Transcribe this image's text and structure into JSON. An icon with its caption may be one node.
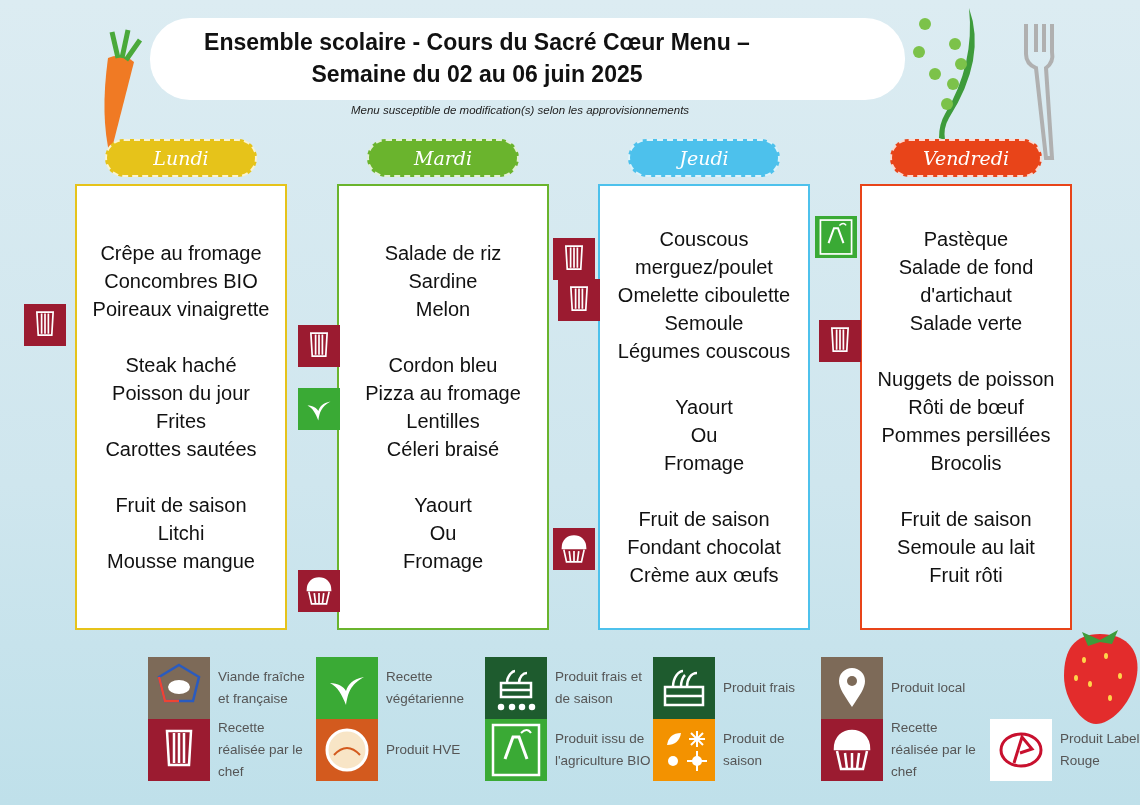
{
  "diagram": {
    "title": "Ensemble scolaire - Cours du Sacré Cœur Menu – Semaine du 02 au 06 juin 2025",
    "nodes": [
      {
        "text": [
          "Lundi"
        ]
      },
      {
        "text": [
          "Crêpe au fromage",
          "Concombres BIO",
          "Poireaux vinaigrette"
        ],
        "in": 0
      },
      {
        "text": [
          "Steak haché",
          "Poisson du jour",
          "Frites",
          "Carottes sautées"
        ],
        "in": 0
      },
      {
        "text": [
          "Fruit de saison",
          "Litchi",
          "Mousse mangue"
        ],
        "in": 0
      },
      {
        "text": [
          "Mardi"
        ]
      },
      {
        "text": [
          "Salade de riz",
          "Sardine",
          "Melon"
        ],
        "in": 4
      },
      {
        "text": [
          "Cordon bleu",
          "Pizza au fromage",
          "Lentilles",
          "Céleri braisé"
        ],
        "in": 4
      },
      {
        "text": [
          "Yaourt",
          "Ou",
          "Fromage"
        ],
        "in": 4
      },
      {
        "text": [
          "Jeudi"
        ]
      },
      {
        "text": [
          "Couscous merguez/poulet",
          "Omelette ciboulette",
          "Semoule",
          "Légumes couscous"
        ],
        "in": 8
      },
      {
        "text": [
          "Yaourt",
          "Ou",
          "Fromage"
        ],
        "in": 8
      },
      {
        "text": [
          "Fruit de saison",
          "Fondant chocolat",
          "Crème aux œufs"
        ],
        "in": 8
      },
      {
        "text": [
          "Vendredi"
        ]
      },
      {
        "text": [
          "Pastèque",
          "Salade de fond d'artichaut",
          "Salade verte"
        ],
        "in": 12
      },
      {
        "text": [
          "Nuggets de poisson",
          "Rôti de bœuf",
          "Pommes persillées",
          "Brocolis"
        ],
        "in": 12
      },
      {
        "text": [
          "Fruit de saison",
          "Semoule au lait",
          "Fruit rôti"
        ],
        "in": 12
      }
    ],
    "labels": [
      "Menu susceptible de modification(s) selon les approvisionnements"
    ],
    "legend": [
      {
        "text": "Viande fraîche et française"
      },
      {
        "text": "Recette végétarienne"
      },
      {
        "text": "Produit frais et de saison"
      },
      {
        "text": "Produit frais"
      },
      {
        "text": "Produit local"
      },
      {
        "text": "Recette réalisée par le chef"
      },
      {
        "text": "Produit HVE"
      },
      {
        "text": "Produit issu de l'agriculture BIO"
      },
      {
        "text": "Produit de saison"
      },
      {
        "text": "Recette réalisée par le chef"
      },
      {
        "text": "Produit Label Rouge"
      }
    ]
  }
}
